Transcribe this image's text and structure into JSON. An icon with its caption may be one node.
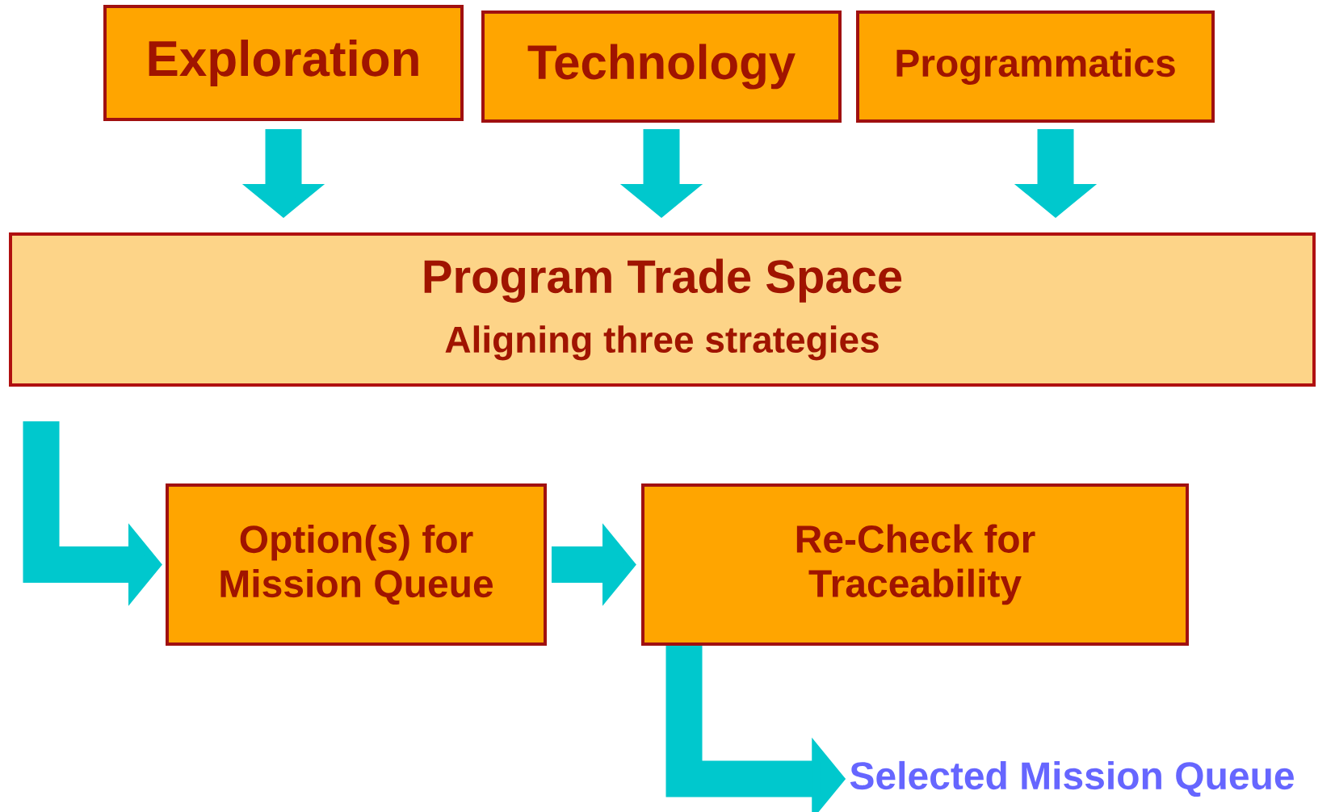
{
  "diagram": {
    "nodes": [
      {
        "text": [
          "Exploration"
        ]
      },
      {
        "text": [
          "Technology"
        ]
      },
      {
        "text": [
          "Programmatics"
        ]
      },
      {
        "text": [
          "Program Trade Space",
          "Aligning three strategies"
        ]
      },
      {
        "text": [
          "Option(s) for Mission Queue"
        ]
      },
      {
        "text": [
          "Re-Check for Traceability"
        ]
      },
      {
        "text": [
          "Selected Mission Queue"
        ]
      }
    ],
    "edges": [
      {
        "from": 0,
        "to": 3,
        "arrow": "to"
      },
      {
        "from": 1,
        "to": 3,
        "arrow": "to"
      },
      {
        "from": 2,
        "to": 3,
        "arrow": "to"
      },
      {
        "from": 3,
        "to": 4,
        "arrow": "to"
      },
      {
        "from": 4,
        "to": 5,
        "arrow": "to"
      },
      {
        "from": 5,
        "to": 6,
        "arrow": "to"
      }
    ]
  }
}
